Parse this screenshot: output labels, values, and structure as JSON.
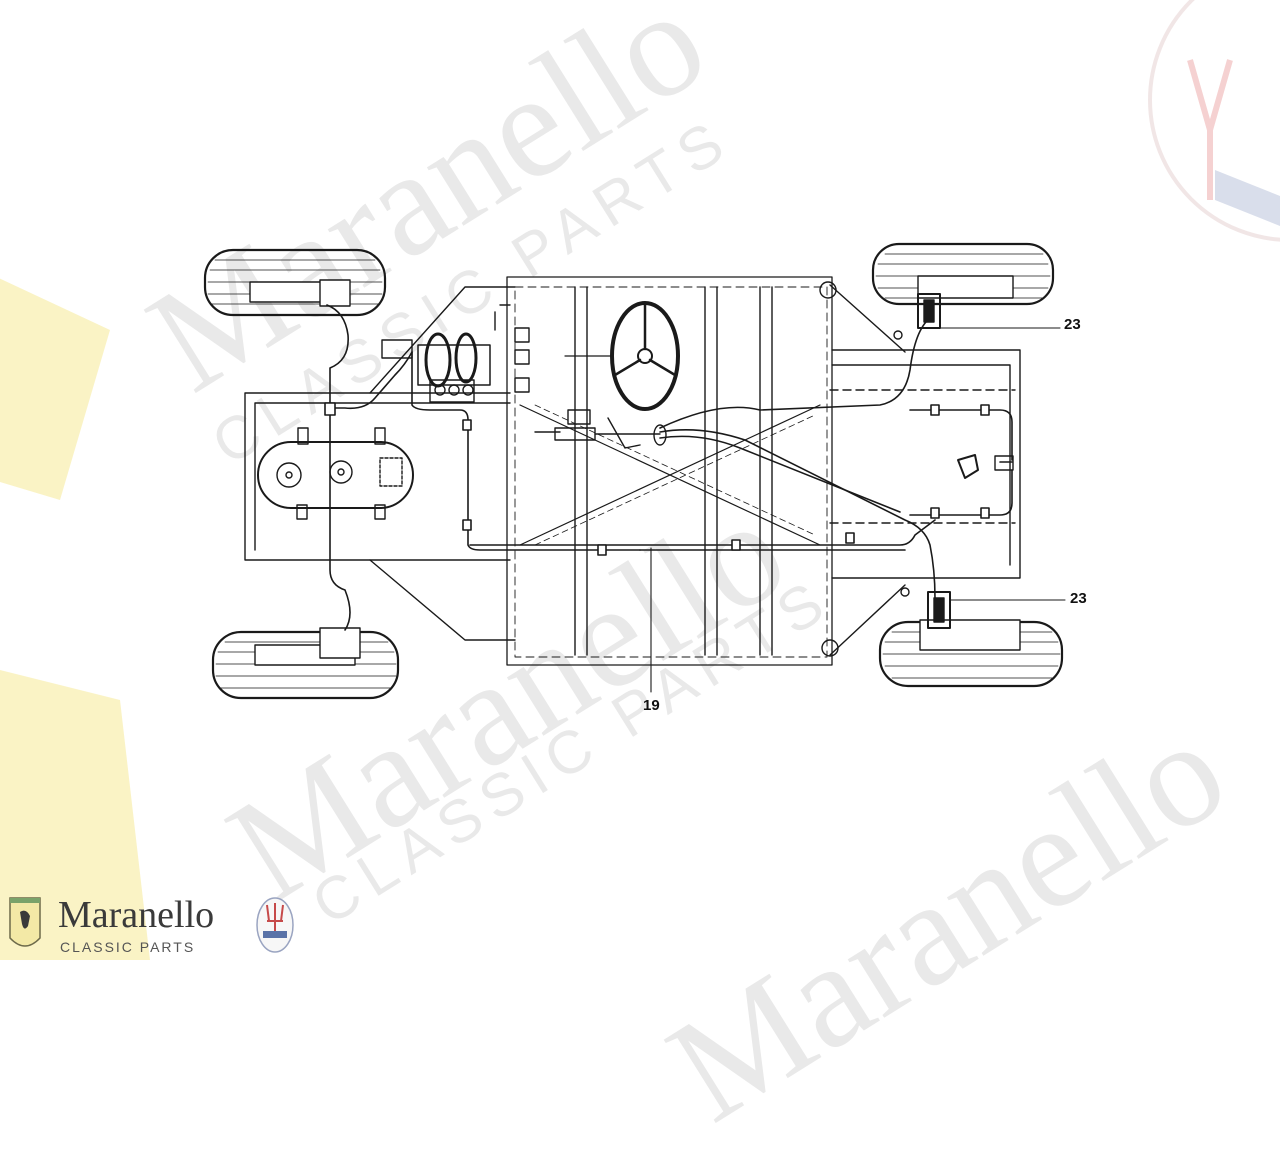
{
  "watermark": {
    "brand": "Maranello",
    "tagline": "CLASSIC PARTS"
  },
  "diagram": {
    "callouts": [
      {
        "id": "c1",
        "label": "23"
      },
      {
        "id": "c2",
        "label": "23"
      },
      {
        "id": "c3",
        "label": "19"
      }
    ]
  },
  "footer": {
    "brand_name": "Maranello",
    "brand_tagline": "CLASSIC PARTS",
    "logo_left": "ferrari-shield",
    "logo_right": "maserati-trident"
  },
  "colors": {
    "line": "#1a1a1a",
    "watermark": "#e9e9e9",
    "ferrari_yellow": "#f3e9a6",
    "maserati_red": "#d84c4c"
  }
}
